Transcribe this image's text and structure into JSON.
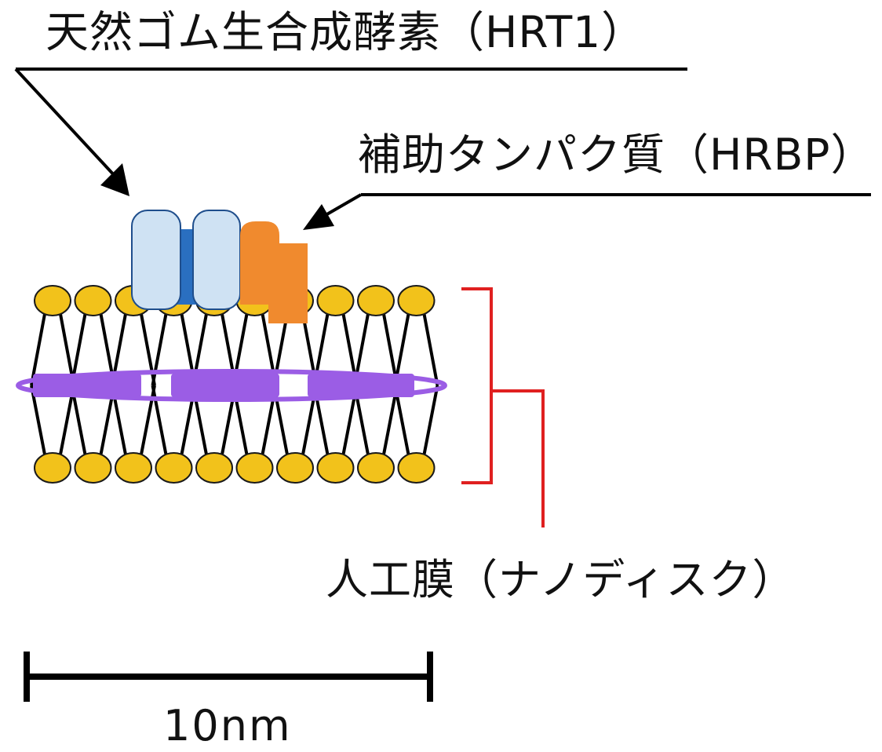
{
  "labels": {
    "hrt1": "天然ゴム生合成酵素（HRT1）",
    "hrbp": "補助タンパク質（HRBP）",
    "nanodisc": "人工膜（ナノディスク）",
    "scale": "10nm"
  },
  "membrane": {
    "lipids_per_leaflet": 10,
    "belt_segments": 3
  },
  "colors": {
    "lipid_head": "#f2c21b",
    "lipid_head_outline": "#1a1a1a",
    "tail": "#000000",
    "belt": "#9b5de5",
    "hrt1_light": "#cfe2f3",
    "hrt1_dark": "#2a6fc0",
    "hrbp": "#f08a2e",
    "bracket": "#e02020",
    "text": "#111111"
  }
}
